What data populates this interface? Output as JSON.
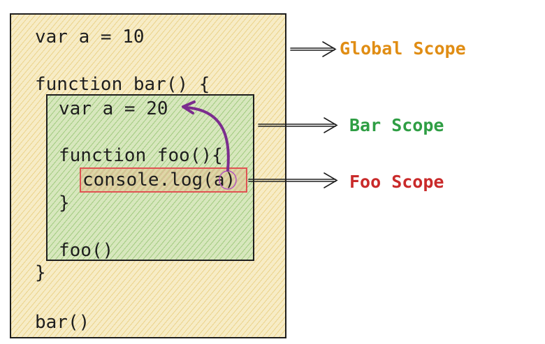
{
  "code_lines": {
    "var_a_10": "var a = 10",
    "function_bar": "function bar() {",
    "var_a_20": "var a = 20",
    "function_foo": "function foo(){",
    "console_log": "console.log(a)",
    "foo_close": "}",
    "foo_call": "foo()",
    "bar_close": "}",
    "bar_call": "bar()"
  },
  "scopes": [
    {
      "label": "Global Scope",
      "color": "#e08d14"
    },
    {
      "label": "Bar Scope",
      "color": "#2f9e44"
    },
    {
      "label": "Foo Scope",
      "color": "#c92a2a"
    }
  ],
  "colors": {
    "global_fill": "#f7ecc6",
    "bar_fill": "#d7e7bd",
    "foo_border": "#e05353",
    "lookup_arrow": "#7b2d8e"
  }
}
